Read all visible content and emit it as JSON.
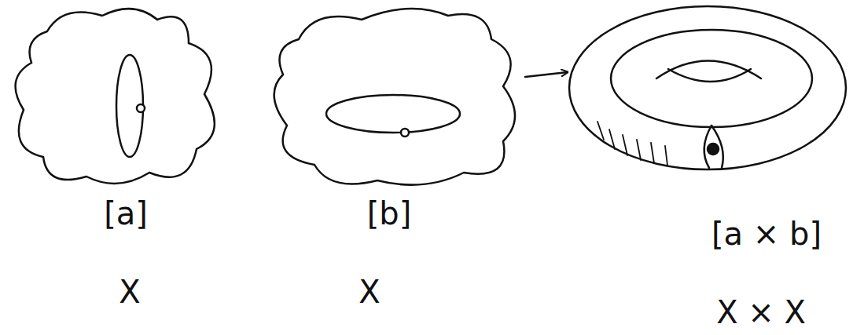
{
  "diagram": {
    "labels": [
      "[a]",
      "X",
      "[b]",
      "X",
      "[a × b]",
      "X × X"
    ]
  }
}
